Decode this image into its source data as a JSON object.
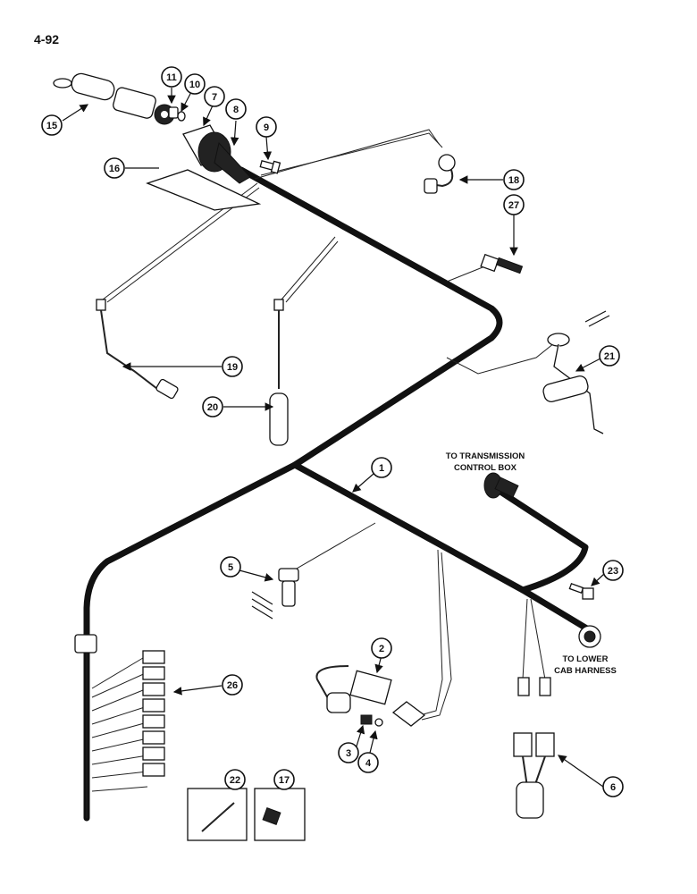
{
  "page_number": "4-92",
  "notes": {
    "transmission_line1": "TO TRANSMISSION",
    "transmission_line2": "CONTROL BOX",
    "lower_cab_line1": "TO LOWER",
    "lower_cab_line2": "CAB HARNESS"
  },
  "callouts": {
    "c1": "1",
    "c2": "2",
    "c3": "3",
    "c4": "4",
    "c5": "5",
    "c6": "6",
    "c7": "7",
    "c8": "8",
    "c9": "9",
    "c10": "10",
    "c11": "11",
    "c15": "15",
    "c16": "16",
    "c17": "17",
    "c18": "18",
    "c19": "19",
    "c20": "20",
    "c21": "21",
    "c22": "22",
    "c23": "23",
    "c26": "26",
    "c27": "27"
  }
}
